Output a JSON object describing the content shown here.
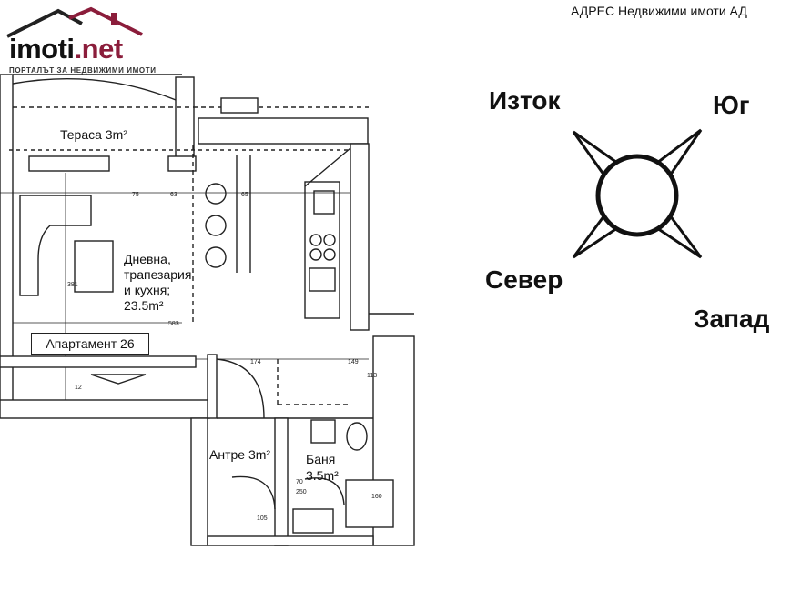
{
  "header": {
    "logo_text": "imoti",
    "logo_suffix": ".net",
    "logo_tagline": "ПОРТАЛЪТ ЗА НЕДВИЖИМИ ИМОТИ",
    "agency": "АДРЕС Недвижими имоти АД"
  },
  "plan": {
    "apartment_label": "Апартамент 26",
    "rooms": {
      "terrace": "Тераса 3m²",
      "living_1": "Дневна,",
      "living_2": "трапезария",
      "living_3": "и кухня;",
      "living_4": "23.5m²",
      "hall": "Антре 3m²",
      "bath_1": "Баня",
      "bath_2": "3.5m²"
    },
    "dimensions": [
      "75",
      "63",
      "65",
      "174",
      "149",
      "583",
      "381",
      "105",
      "250",
      "70",
      "160",
      "113",
      "12"
    ]
  },
  "compass": {
    "east": "Изток",
    "south": "Юг",
    "north": "Север",
    "west": "Запад"
  }
}
